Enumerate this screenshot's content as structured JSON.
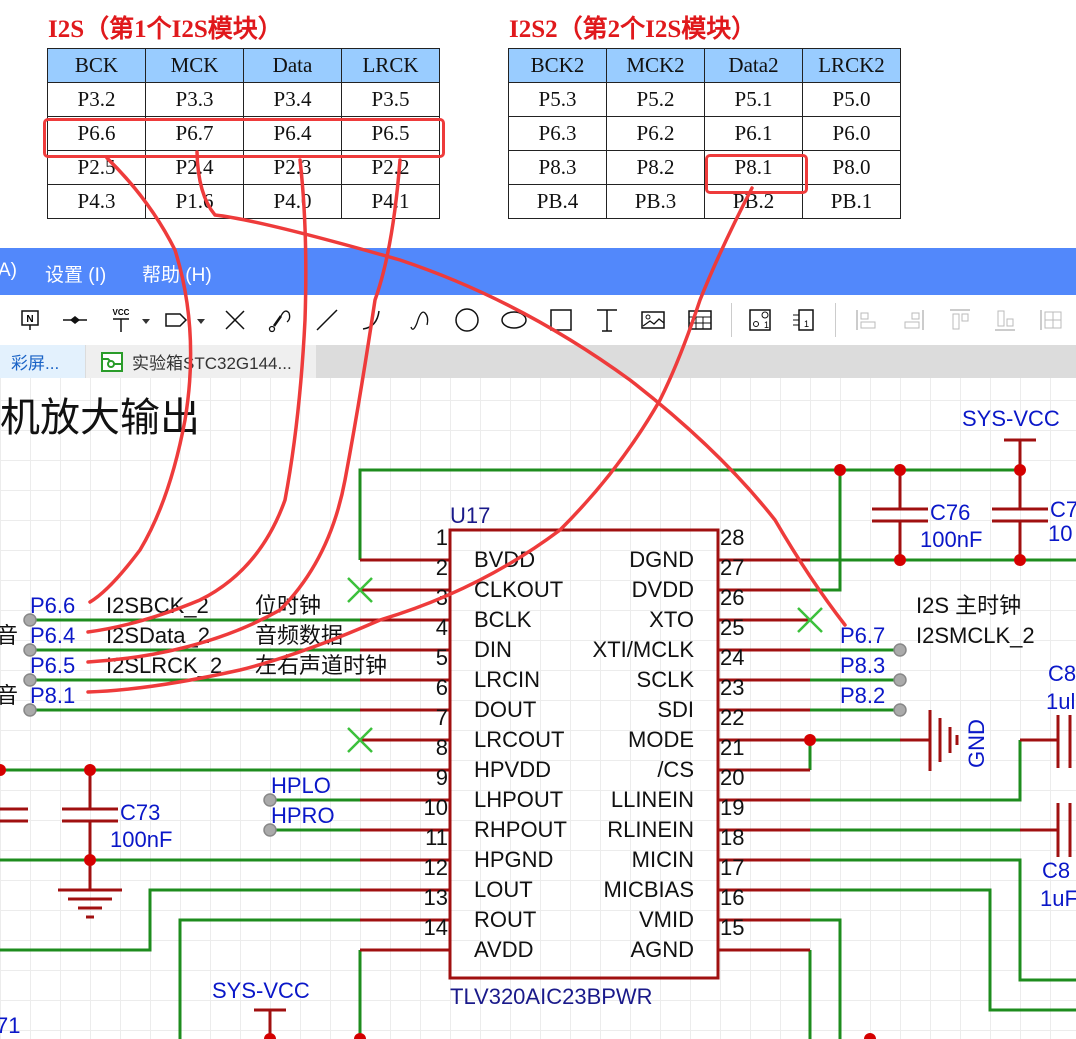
{
  "tables": {
    "i2s1": {
      "title": "I2S（第1个I2S模块）",
      "headers": [
        "BCK",
        "MCK",
        "Data",
        "LRCK"
      ],
      "rows": [
        [
          "P3.2",
          "P3.3",
          "P3.4",
          "P3.5"
        ],
        [
          "P6.6",
          "P6.7",
          "P6.4",
          "P6.5"
        ],
        [
          "P2.5",
          "P2.4",
          "P2.3",
          "P2.2"
        ],
        [
          "P4.3",
          "P1.6",
          "P4.0",
          "P4.1"
        ]
      ],
      "highlighted_row": 1
    },
    "i2s2": {
      "title": "I2S2（第2个I2S模块）",
      "headers": [
        "BCK2",
        "MCK2",
        "Data2",
        "LRCK2"
      ],
      "rows": [
        [
          "P5.3",
          "P5.2",
          "P5.1",
          "P5.0"
        ],
        [
          "P6.3",
          "P6.2",
          "P6.1",
          "P6.0"
        ],
        [
          "P8.3",
          "P8.2",
          "P8.1",
          "P8.0"
        ],
        [
          "PB.4",
          "PB.3",
          "PB.2",
          "PB.1"
        ]
      ],
      "highlighted_cell": "P8.1"
    }
  },
  "menubar": {
    "partial": "A)",
    "settings": "设置 (I)",
    "help": "帮助 (H)"
  },
  "toolbar": {
    "tools": [
      "net-label",
      "net-port",
      "vcc",
      "net-flag",
      "no-connect",
      "bus-entry",
      "wire",
      "arc",
      "bezier",
      "circle",
      "ellipse",
      "rectangle",
      "text",
      "image",
      "table",
      "symbol-pin-manager",
      "pin-manager",
      "align-left",
      "align-right",
      "align-top",
      "align-bottom",
      "align-grid"
    ],
    "vcc_label": "VCC",
    "netlabel_label": "N"
  },
  "tabs": [
    {
      "label": "、彩屏..."
    },
    {
      "label": "实验箱STC32G144..."
    }
  ],
  "schematic": {
    "title": "耳机放大输出",
    "chip": {
      "ref": "U17",
      "part": "TLV320AIC23BPWR",
      "left_pins": [
        {
          "num": "1",
          "name": "BVDD"
        },
        {
          "num": "2",
          "name": "CLKOUT"
        },
        {
          "num": "3",
          "name": "BCLK"
        },
        {
          "num": "4",
          "name": "DIN"
        },
        {
          "num": "5",
          "name": "LRCIN"
        },
        {
          "num": "6",
          "name": "DOUT"
        },
        {
          "num": "7",
          "name": "LRCOUT"
        },
        {
          "num": "8",
          "name": "HPVDD"
        },
        {
          "num": "9",
          "name": "LHPOUT"
        },
        {
          "num": "10",
          "name": "RHPOUT"
        },
        {
          "num": "11",
          "name": "HPGND"
        },
        {
          "num": "12",
          "name": "LOUT"
        },
        {
          "num": "13",
          "name": "ROUT"
        },
        {
          "num": "14",
          "name": "AVDD"
        }
      ],
      "right_pins": [
        {
          "num": "28",
          "name": "DGND"
        },
        {
          "num": "27",
          "name": "DVDD"
        },
        {
          "num": "26",
          "name": "XTO"
        },
        {
          "num": "25",
          "name": "XTI/MCLK"
        },
        {
          "num": "24",
          "name": "SCLK"
        },
        {
          "num": "23",
          "name": "SDI"
        },
        {
          "num": "22",
          "name": "MODE"
        },
        {
          "num": "21",
          "name": "/CS"
        },
        {
          "num": "20",
          "name": "LLINEIN"
        },
        {
          "num": "19",
          "name": "RLINEIN"
        },
        {
          "num": "18",
          "name": "MICIN"
        },
        {
          "num": "17",
          "name": "MICBIAS"
        },
        {
          "num": "16",
          "name": "VMID"
        },
        {
          "num": "15",
          "name": "AGND"
        }
      ]
    },
    "left_nets": [
      {
        "port": "P6.6",
        "net": "I2SBCK_2",
        "desc": "位时钟",
        "prefix": ""
      },
      {
        "port": "P6.4",
        "net": "I2SData_2",
        "desc": "音频数据",
        "prefix": "音"
      },
      {
        "port": "P6.5",
        "net": "I2SLRCK_2",
        "desc": "左右声道时钟",
        "prefix": ""
      },
      {
        "port": "P8.1",
        "net": "",
        "desc": "",
        "prefix": "音"
      }
    ],
    "right_nets": [
      {
        "port": "P6.7"
      },
      {
        "port": "P8.3"
      },
      {
        "port": "P8.2"
      }
    ],
    "mclk_desc": "I2S 主时钟",
    "mclk_net": "I2SMCLK_2",
    "hp_nets": [
      "HPLO",
      "HPRO"
    ],
    "power_labels": {
      "top_right": "SYS-VCC",
      "bottom": "SYS-VCC",
      "gnd": "GND"
    },
    "caps": [
      {
        "ref": "C76",
        "value": "100nF"
      },
      {
        "ref": "C7",
        "value": "10"
      },
      {
        "ref": "C73",
        "value": "100nF"
      },
      {
        "ref": "C8",
        "value": "1ul"
      },
      {
        "ref": "C8",
        "value": "1uF"
      },
      {
        "ref": "71",
        "value": ""
      }
    ]
  },
  "colors": {
    "menubar": "#5288fb",
    "wire": "#1e8c1e",
    "pin": "#a01010",
    "junction": "#d40000",
    "annotation": "#ee3b3b",
    "net_text": "#0a17c8"
  }
}
